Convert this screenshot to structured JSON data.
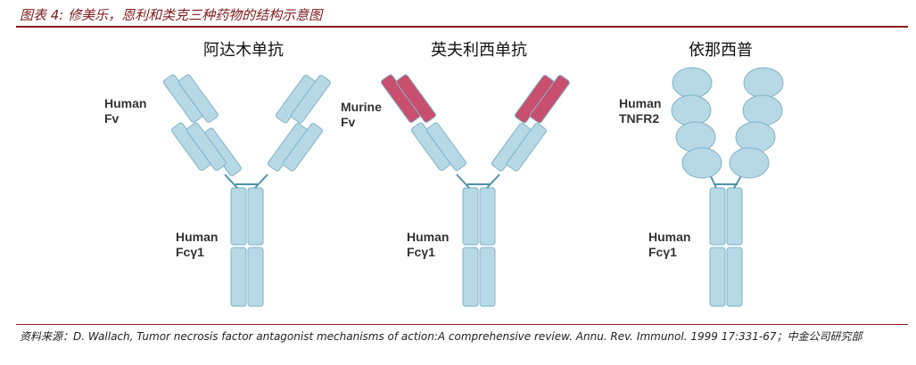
{
  "figure": {
    "title": "图表 4:  修美乐，恩利和类克三种药物的结构示意图",
    "source": "资料来源：D. Wallach, Tumor necrosis factor antagonist mechanisms of action:A comprehensive review. Annu. Rev. Immunol. 1999 17:331-67；中金公司研究部"
  },
  "panels": [
    {
      "title": "阿达木单抗",
      "top_label": [
        "Human",
        "Fv"
      ],
      "bottom_label": [
        "Human",
        "Fcγ1"
      ]
    },
    {
      "title": "英夫利西单抗",
      "top_label": [
        "Murine",
        "Fv"
      ],
      "bottom_label": [
        "Human",
        "Fcγ1"
      ]
    },
    {
      "title": "依那西普",
      "top_label": [
        "Human",
        "TNFR2"
      ],
      "bottom_label": [
        "Human",
        "Fcγ1"
      ]
    }
  ],
  "colors": {
    "domain_fill": "#b7d8e5",
    "domain_stroke": "#7fb3c8",
    "murine_fill": "#c94f6e",
    "hinge": "#4e93ad",
    "title_rule": "#8a1a1a"
  }
}
